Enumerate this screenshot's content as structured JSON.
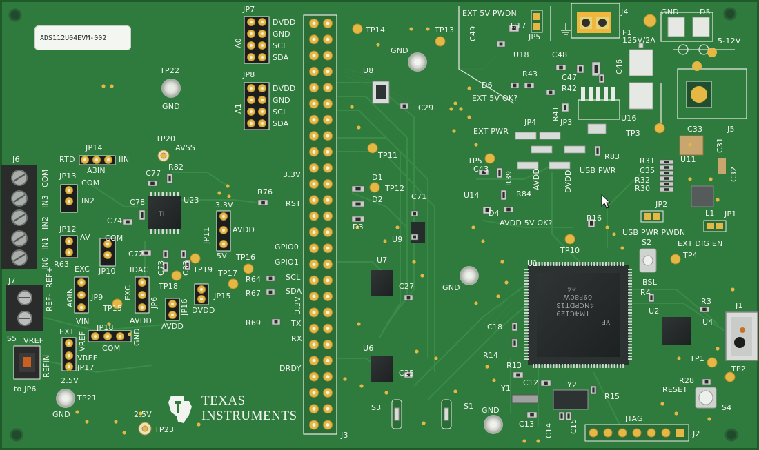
{
  "board": {
    "label": "ADS112U04EVM-002",
    "colors": {
      "pcb": "#2f7a3d",
      "pcb_dark": "#25652f",
      "trace": "#3c8c48",
      "silk": "#f2f4ef",
      "pad_gold": "#e5b846",
      "pad_silver": "#cfd3cf",
      "chip": "#262b2b",
      "terminal": "#2a2b2b"
    }
  },
  "silkscreen": {
    "jp7": "JP7",
    "jp7_dvdd": "DVDD",
    "jp7_gnd": "GND",
    "jp7_scl": "SCL",
    "jp7_sda": "SDA",
    "a0": "A0",
    "jp8": "JP8",
    "jp8_dvdd": "DVDD",
    "jp8_gnd": "GND",
    "jp8_scl": "SCL",
    "jp8_sda": "SDA",
    "a1": "A1",
    "tp22": "TP22",
    "gnd_tp22": "GND",
    "tp20": "TP20",
    "avss": "AVSS",
    "r82": "R82",
    "c77": "C77",
    "c78": "C78",
    "u23": "U23",
    "c74": "C74",
    "jp14": "JP14",
    "rtd": "RTD",
    "iin": "IIN",
    "a3in": "A3IN",
    "j6": "J6",
    "com_j6": "COM",
    "in3": "IN3",
    "in2_j6": "IN2",
    "in1": "IN1",
    "in0": "IN0",
    "jp13": "JP13",
    "com_jp13": "COM",
    "in2_jp13": "IN2",
    "jp12": "JP12",
    "av": "AV",
    "com_jp10": "COM",
    "jp10": "JP10",
    "r63": "R63",
    "exc_left": "EXC",
    "j7": "J7",
    "refm": "REF-",
    "refp": "REF+",
    "aoin": "AOIN",
    "vin": "VIN",
    "jp9": "JP9",
    "tp15": "TP15",
    "jp18": "JP18",
    "com_jp18": "COM",
    "gnd_jp18": "GND",
    "ext": "EXT",
    "vref_a": "VREF",
    "vref_b": "VREF",
    "jp17": "JP17",
    "v25_top": "2.5V",
    "s5": "S5",
    "vref_s5": "VREF",
    "refin": "REFIN",
    "to_jp6": "to JP6",
    "tp21": "TP21",
    "gnd_tp21": "GND",
    "v25_bottom": "2.5V",
    "tp23": "TP23",
    "ti_line1": "TEXAS",
    "ti_line2": "INSTRUMENTS",
    "idac": "IDAC",
    "exc_jp6": "EXC",
    "jp6": "JP6",
    "avdd_jp6": "AVDD",
    "c72": "C72",
    "c73": "C73",
    "c83": "C83",
    "tp18": "TP18",
    "tp19": "TP19",
    "jp16": "JP16",
    "avdd_jp16": "AVDD",
    "dvdd_jp15": "DVDD",
    "jp15": "JP15",
    "tp16": "TP16",
    "tp17": "TP17",
    "jp11": "JP11",
    "v33_jp11": "3.3V",
    "avdd_jp11": "AVDD",
    "v5_jp11": "5V",
    "r76": "R76",
    "rst": "RST",
    "v33_header": "3.3V",
    "gpio0": "GPIO0",
    "gpio1": "GPIO1",
    "r64": "R64",
    "scl": "SCL",
    "r67": "R67",
    "sda": "SDA",
    "v33_vert": "3.3V",
    "r69": "R69",
    "tx": "TX",
    "rx": "RX",
    "drdy": "DRDY",
    "j3": "J3",
    "tp14": "TP14",
    "tp13": "TP13",
    "gnd_top": "GND",
    "u8": "U8",
    "c29": "C29",
    "tp11": "TP11",
    "d1": "D1",
    "tp12": "TP12",
    "d2": "D2",
    "d3": "D3",
    "c71": "C71",
    "u9": "U9",
    "u7": "U7",
    "c27": "C27",
    "gnd_mid": "GND",
    "u6": "U6",
    "c25": "C25",
    "s3": "S3",
    "s1": "S1",
    "gnd_bottom": "GND",
    "ext5v": "EXT 5V PWDN",
    "c49": "C49",
    "u17": "U17",
    "u18": "U18",
    "jp5": "JP5",
    "j4": "J4",
    "f1": "F1",
    "fuse": "125V/2A",
    "gnd_j4": "GND",
    "d5": "D5",
    "v512": "5-12V",
    "c48": "C48",
    "c47": "C47",
    "c46": "C46",
    "r43": "R43",
    "d6": "D6",
    "r42": "R42",
    "r41": "R41",
    "ext5vok": "EXT 5V OK?",
    "u16": "U16",
    "tp3": "TP3",
    "c33": "C33",
    "c31": "C31",
    "j5": "J5",
    "ext_pwr": "EXT PWR",
    "jp4": "JP4",
    "jp3": "JP3",
    "r83": "R83",
    "usb_pwr": "USB PWR",
    "avdd_jp4": "AVDD",
    "dvdd_jp3": "DVDD",
    "r31": "R31",
    "c35": "C35",
    "r32": "R32",
    "r30": "R30",
    "u11": "U11",
    "c32": "C32",
    "tp5": "TP5",
    "c43": "C43",
    "r39": "R39",
    "u14": "U14",
    "r84": "R84",
    "d4": "D4",
    "avdd5vok": "AVDD 5V OK?",
    "l1": "L1",
    "jp2": "JP2",
    "jp1": "JP1",
    "usb_pwr_pwdn": "USB PWR PWDN",
    "ext_dig_en": "EXT DIG EN",
    "r16": "R16",
    "tp10": "TP10",
    "s2": "S2",
    "tp4": "TP4",
    "bsl": "BSL",
    "u1": "U1",
    "r4": "R4",
    "r3": "R3",
    "j1": "J1",
    "u2": "U2",
    "u4": "U4",
    "c18": "C18",
    "r14": "R14",
    "r13": "R13",
    "c12": "C12",
    "y2": "Y2",
    "r15": "R15",
    "y1": "Y1",
    "c13": "C13",
    "c14": "C14",
    "c15": "C15",
    "tp1": "TP1",
    "tp2": "TP2",
    "r28": "R28",
    "reset": "RESET",
    "s4": "S4",
    "jtag": "JTAG",
    "j2": "J2"
  },
  "chips": {
    "u1_line1": "TM4C129",
    "u1_line2": "4NCPDT13",
    "u1_line3": "69F80W",
    "u1_line4": "e4",
    "u1_logo": "YF",
    "u23_marking": "TI"
  },
  "icons": {
    "mouse_cursor": "arrow-cursor-icon",
    "ti_logo": "texas-instruments-logo-icon",
    "ground_symbol": "ground-symbol-icon"
  }
}
